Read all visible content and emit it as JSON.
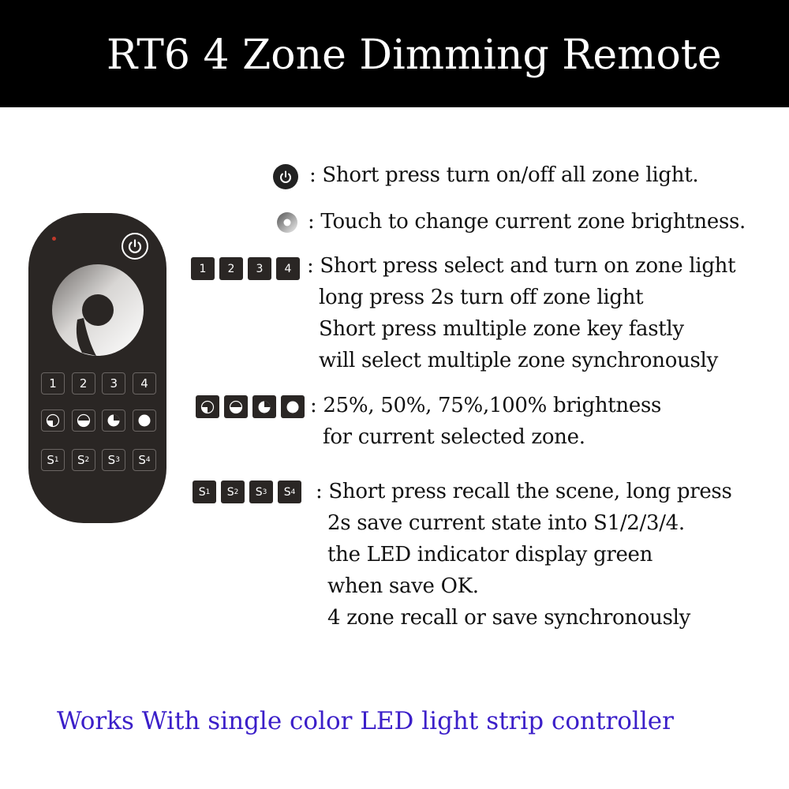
{
  "header": {
    "title": "RT6 4 Zone Dimming Remote"
  },
  "remote": {
    "zone_keys": [
      "1",
      "2",
      "3",
      "4"
    ],
    "brightness_keys": [
      "25%",
      "50%",
      "75%",
      "100%"
    ],
    "scene_keys": [
      {
        "letter": "S",
        "sub": "1"
      },
      {
        "letter": "S",
        "sub": "2"
      },
      {
        "letter": "S",
        "sub": "3"
      },
      {
        "letter": "S",
        "sub": "4"
      }
    ]
  },
  "legend": {
    "power": ": Short press turn on/off all zone light.",
    "wheel": ": Touch to change current zone brightness.",
    "zones": [
      ": Short press select and turn on zone light",
      "long press 2s turn off zone light",
      "Short press multiple zone key fastly",
      "will select multiple zone synchronously"
    ],
    "brightness": [
      ": 25%, 50%, 75%,100% brightness",
      "for current selected zone."
    ],
    "scenes": [
      ": Short press recall the scene, long press",
      "2s save current state into S1/2/3/4.",
      "the LED indicator display green",
      "when save OK.",
      "4 zone recall or save synchronously"
    ]
  },
  "footer": "Works With single color LED light strip controller",
  "colors": {
    "header_bg": "#000000",
    "remote_body": "#2a2624",
    "footer_text": "#3b1fc9",
    "led": "#c0392b"
  },
  "icons": [
    "power-icon",
    "touch-wheel-icon",
    "brightness-25-icon",
    "brightness-50-icon",
    "brightness-75-icon",
    "brightness-100-icon"
  ]
}
